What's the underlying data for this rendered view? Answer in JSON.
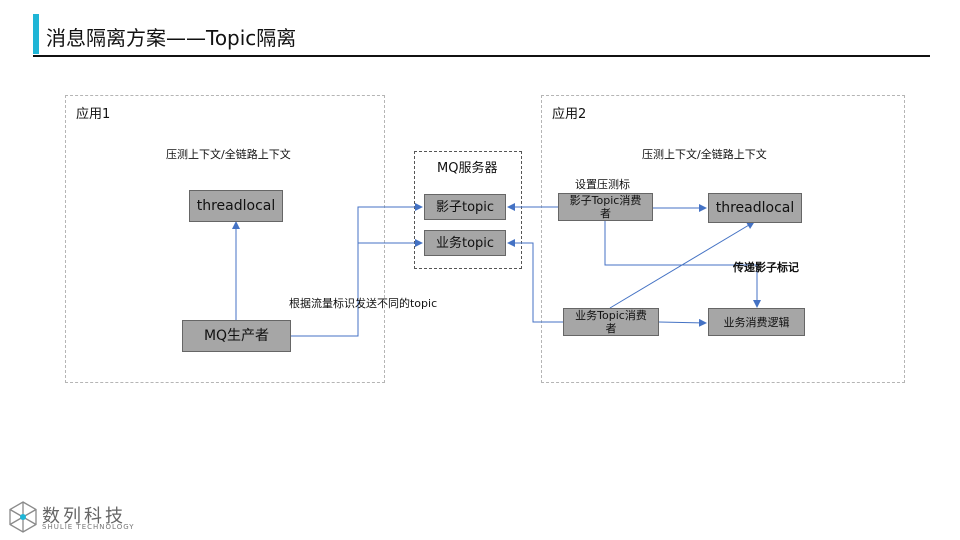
{
  "slide": {
    "title": "消息隔离方案——Topic隔离"
  },
  "app1": {
    "label": "应用1",
    "context_label": "压测上下文/全链路上下文",
    "threadlocal": "threadlocal",
    "producer": "MQ生产者",
    "route_label": "根据流量标识发送不同的topic"
  },
  "mq": {
    "label": "MQ服务器",
    "shadow_topic": "影子topic",
    "business_topic": "业务topic"
  },
  "app2": {
    "label": "应用2",
    "context_label": "压测上下文/全链路上下文",
    "set_flag_label": "设置压测标",
    "shadow_consumer": "影子Topic消费者",
    "threadlocal": "threadlocal",
    "pass_shadow_label": "传递影子标记",
    "business_consumer": "业务Topic消费者",
    "business_logic": "业务消费逻辑"
  },
  "logo": {
    "name": "数列科技",
    "sub": "SHULIE TECHNOLOGY"
  },
  "colors": {
    "accent": "#1fb5d6",
    "box": "#a6a6a6",
    "arrow": "#4472c4"
  }
}
